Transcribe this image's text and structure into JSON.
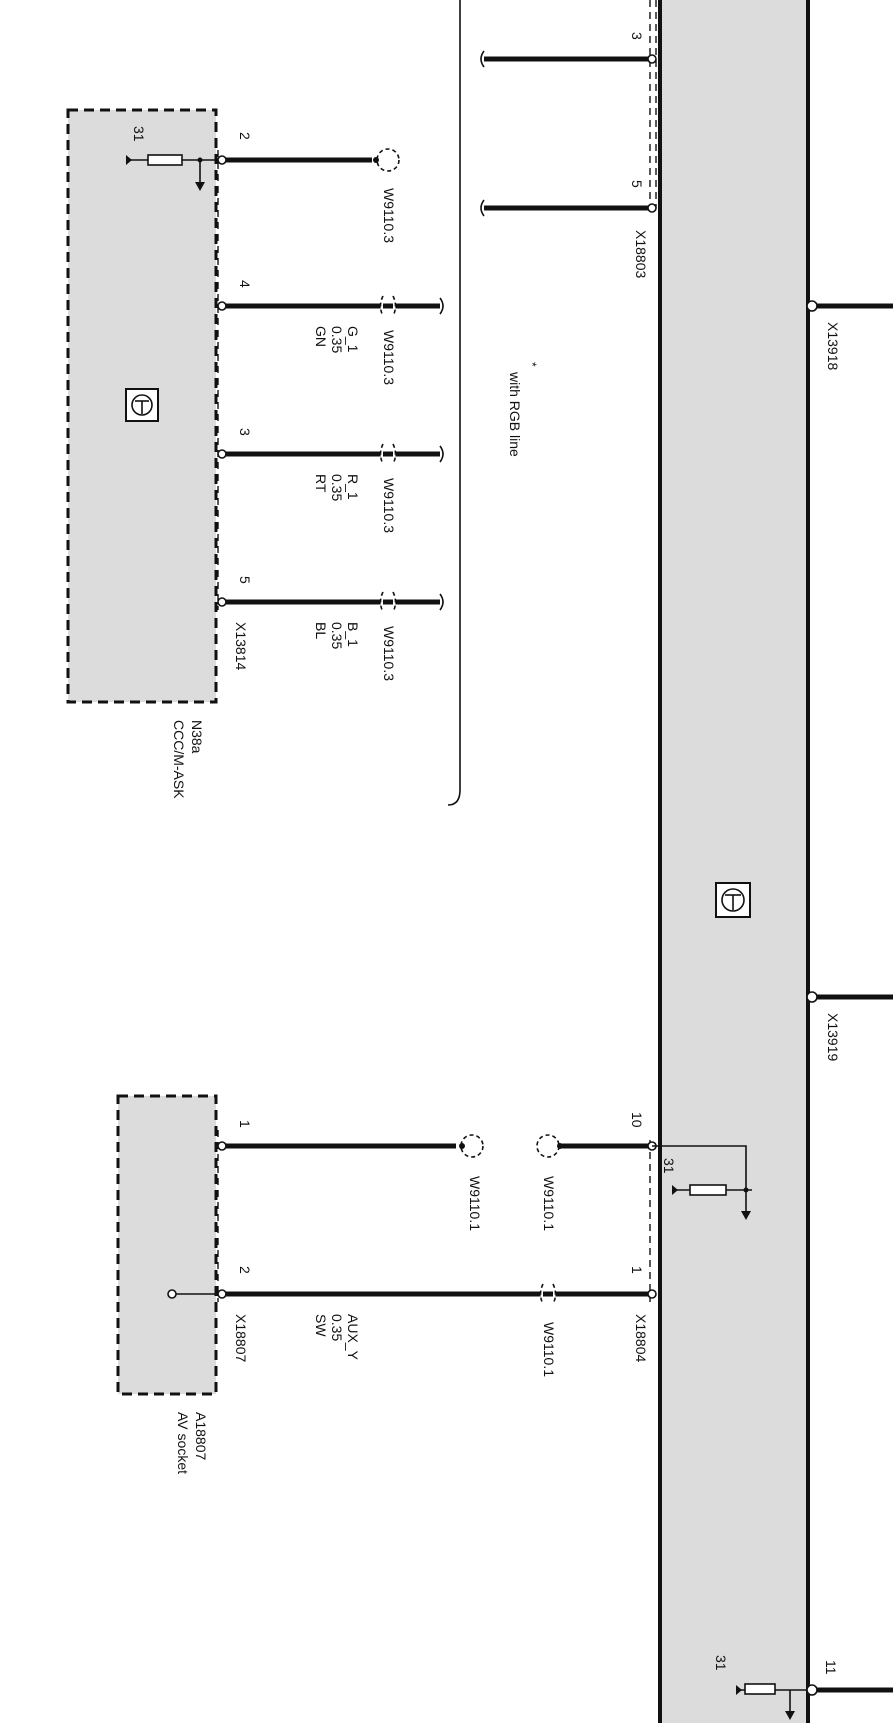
{
  "colors": {
    "module_fill": "#dcdcdc",
    "line": "#111111",
    "background": "#ffffff"
  },
  "labels": {
    "n38a_ref": "N38a",
    "n38a_name": "CCC/M-ASK",
    "a18807_ref": "A18807",
    "a18807_name": "AV socket",
    "note_rgb": "with RGB line",
    "note_mark": "*",
    "ground_31": "31"
  },
  "connectors": {
    "x13814": "X13814",
    "x18803": "X18803",
    "x13918": "X13918",
    "x13919": "X13919",
    "x18807": "X18807",
    "x18804": "X18804"
  },
  "pins": {
    "n38a_2": "2",
    "n38a_4": "4",
    "n38a_3": "3",
    "n38a_5": "5",
    "x18803_3": "3",
    "x18803_5": "5",
    "x18804_10": "10",
    "x18804_1": "1",
    "x18804_11": "11",
    "a18807_1": "1",
    "a18807_2": "2"
  },
  "splices": {
    "w9110_3": "W9110.3",
    "w9110_1": "W9110.1"
  },
  "wires": {
    "g1": {
      "signal": "G_1",
      "size": "0.35",
      "color": "GN"
    },
    "r1": {
      "signal": "R_1",
      "size": "0.35",
      "color": "RT"
    },
    "b1": {
      "signal": "B_1",
      "size": "0.35",
      "color": "BL"
    },
    "aux": {
      "signal": "AUX_Y",
      "size": "0.35",
      "color": "SW"
    }
  },
  "icons": {
    "module_symbol": "transistor-symbol-icon",
    "ground": "ground-resistor-icon"
  }
}
